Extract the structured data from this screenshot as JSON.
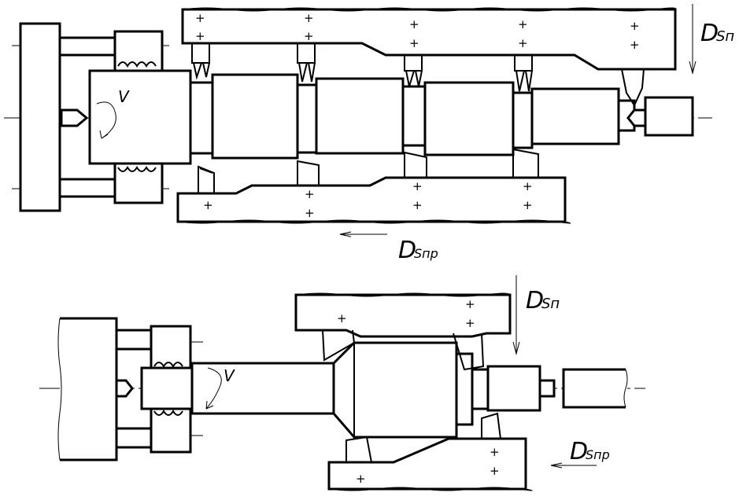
{
  "top_view": {
    "speed_label": "V",
    "cross_feed": {
      "main": "D",
      "sub": "Sп"
    },
    "long_feed": {
      "main": "D",
      "sub": "Sпр"
    }
  },
  "bottom_view": {
    "speed_label": "V",
    "cross_feed": {
      "main": "D",
      "sub": "Sп"
    },
    "long_feed": {
      "main": "D",
      "sub": "Sпр"
    }
  }
}
